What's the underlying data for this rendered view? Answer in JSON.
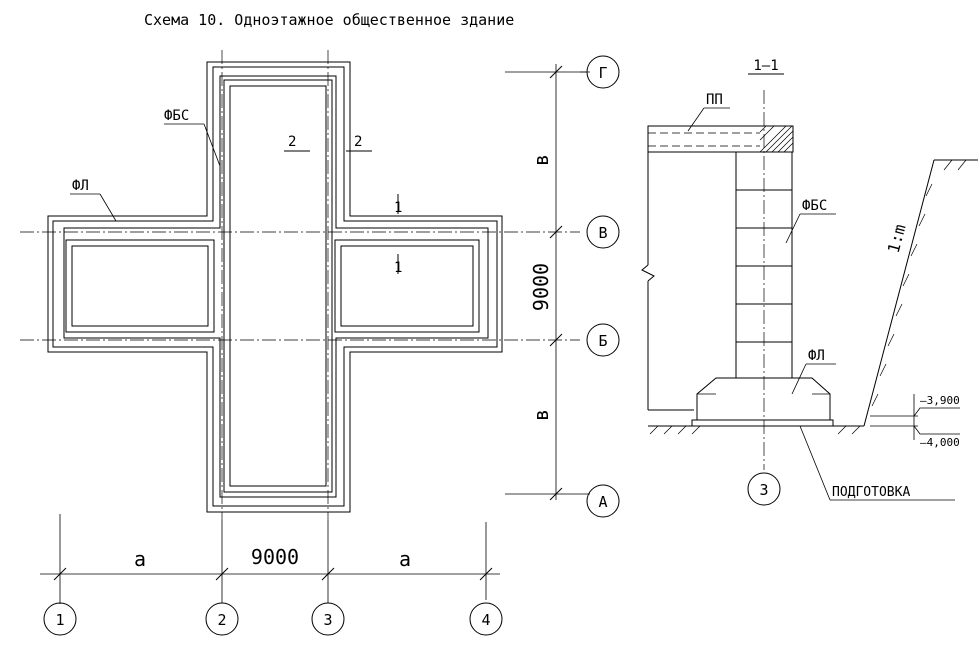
{
  "title": "Схема 10. Одноэтажное общественное здание",
  "plan": {
    "label_fbs": "ФБС",
    "label_fl": "ФЛ",
    "section_2_left": "2",
    "section_2_right": "2",
    "section_1_top": "1",
    "section_1_bottom": "1"
  },
  "axes": {
    "rows": [
      {
        "id": "row-g",
        "label": "Г"
      },
      {
        "id": "row-v",
        "label": "В"
      },
      {
        "id": "row-b",
        "label": "Б"
      },
      {
        "id": "row-a",
        "label": "А"
      }
    ],
    "columns": [
      {
        "id": "col-1",
        "label": "1"
      },
      {
        "id": "col-2",
        "label": "2"
      },
      {
        "id": "col-3",
        "label": "3"
      },
      {
        "id": "col-4",
        "label": "4"
      }
    ]
  },
  "dimensions": {
    "vertical_top": "в",
    "vertical_middle": "9000",
    "vertical_bottom": "в",
    "horizontal_left": "а",
    "horizontal_middle": "9000",
    "horizontal_right": "а"
  },
  "section": {
    "title": "1–1",
    "label_pp": "ПП",
    "label_fbs": "ФБС",
    "label_fl": "ФЛ",
    "label_slope": "1:m",
    "level_top": "–3,900",
    "level_bottom": "–4,000",
    "label_prep": "ПОДГОТОВКА",
    "axis_label": "3"
  }
}
